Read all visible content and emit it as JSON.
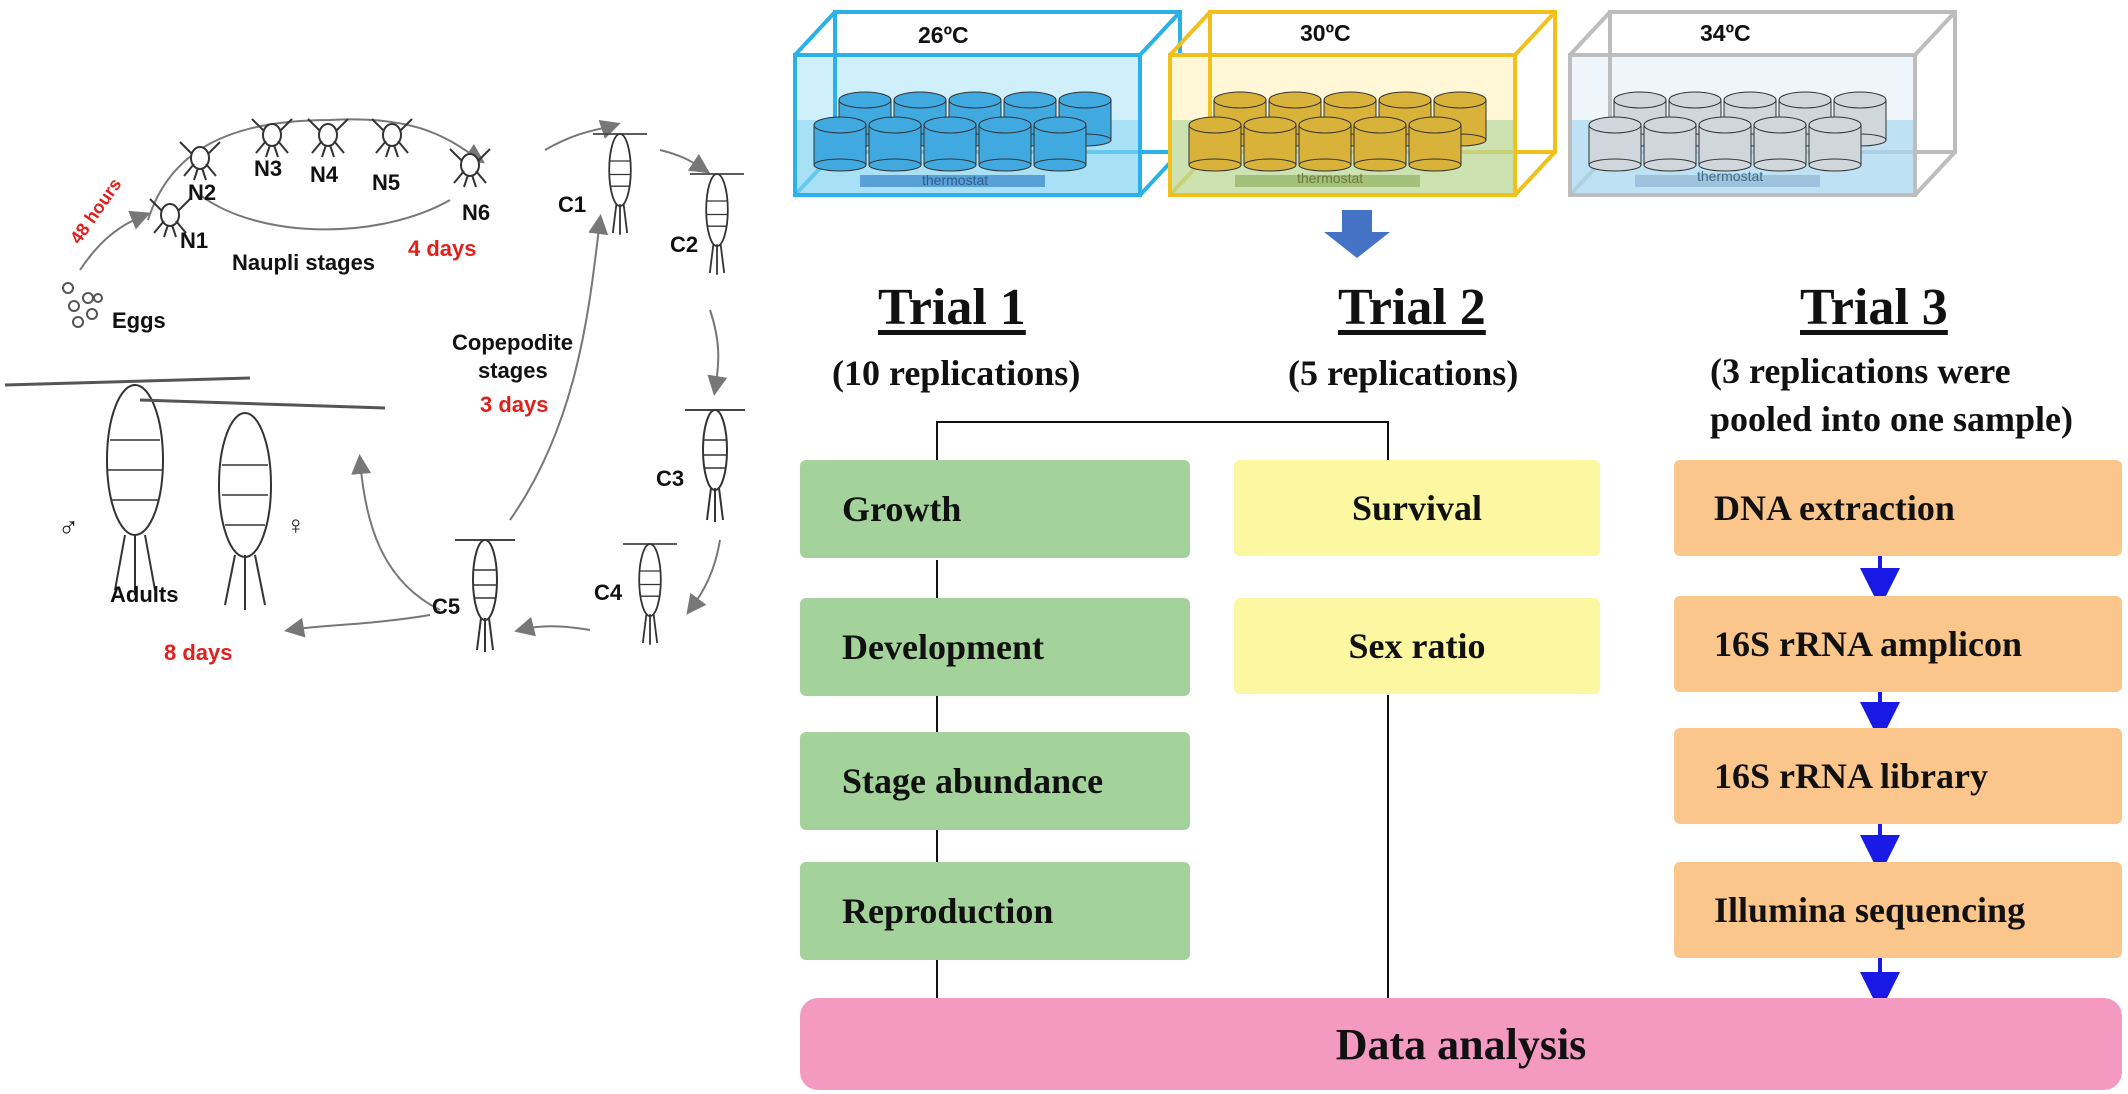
{
  "lifecycle": {
    "eggs": "Eggs",
    "hours_48": "48 hours",
    "nauplii": [
      "N1",
      "N2",
      "N3",
      "N4",
      "N5",
      "N6"
    ],
    "naupli_stages": "Naupli stages",
    "days_4": "4 days",
    "copepodites": [
      "C1",
      "C2",
      "C3",
      "C4",
      "C5"
    ],
    "copepodite_stages_line1": "Copepodite",
    "copepodite_stages_line2": "stages",
    "days_3": "3 days",
    "male_symbol": "♂",
    "female_symbol": "♀",
    "adults": "Adults",
    "days_8": "8 days"
  },
  "tanks": [
    {
      "temp": "26ºC",
      "label": "thermostat",
      "frame_color": "#2ab1e8",
      "cup_color": "#3fa9e0"
    },
    {
      "temp": "30ºC",
      "label": "thermostat",
      "frame_color": "#f2c01a",
      "cup_color": "#d9b23a"
    },
    {
      "temp": "34ºC",
      "label": "thermostat",
      "frame_color": "#bdbdbd",
      "cup_color": "#cfd6dc"
    }
  ],
  "trials": [
    {
      "title": "Trial 1",
      "replications": "(10 replications)"
    },
    {
      "title": "Trial 2",
      "replications": "(5 replications)"
    },
    {
      "title": "Trial 3",
      "replications_line1": "(3 replications were",
      "replications_line2": "pooled into one sample)"
    }
  ],
  "trial1_boxes": [
    "Growth",
    "Development",
    "Stage abundance",
    "Reproduction"
  ],
  "trial2_boxes": [
    "Survival",
    "Sex ratio"
  ],
  "trial3_boxes": [
    "DNA extraction",
    "16S rRNA amplicon",
    "16S rRNA library",
    "Illumina sequencing"
  ],
  "data_analysis": "Data analysis",
  "colors": {
    "green": "#a3d39b",
    "yellow": "#fcf7a1",
    "orange": "#fbc68c",
    "pink": "#f49ac1",
    "arrow_blue": "#1a1ae6",
    "down_arrow": "#4472c4",
    "red_text": "#e0201c"
  }
}
